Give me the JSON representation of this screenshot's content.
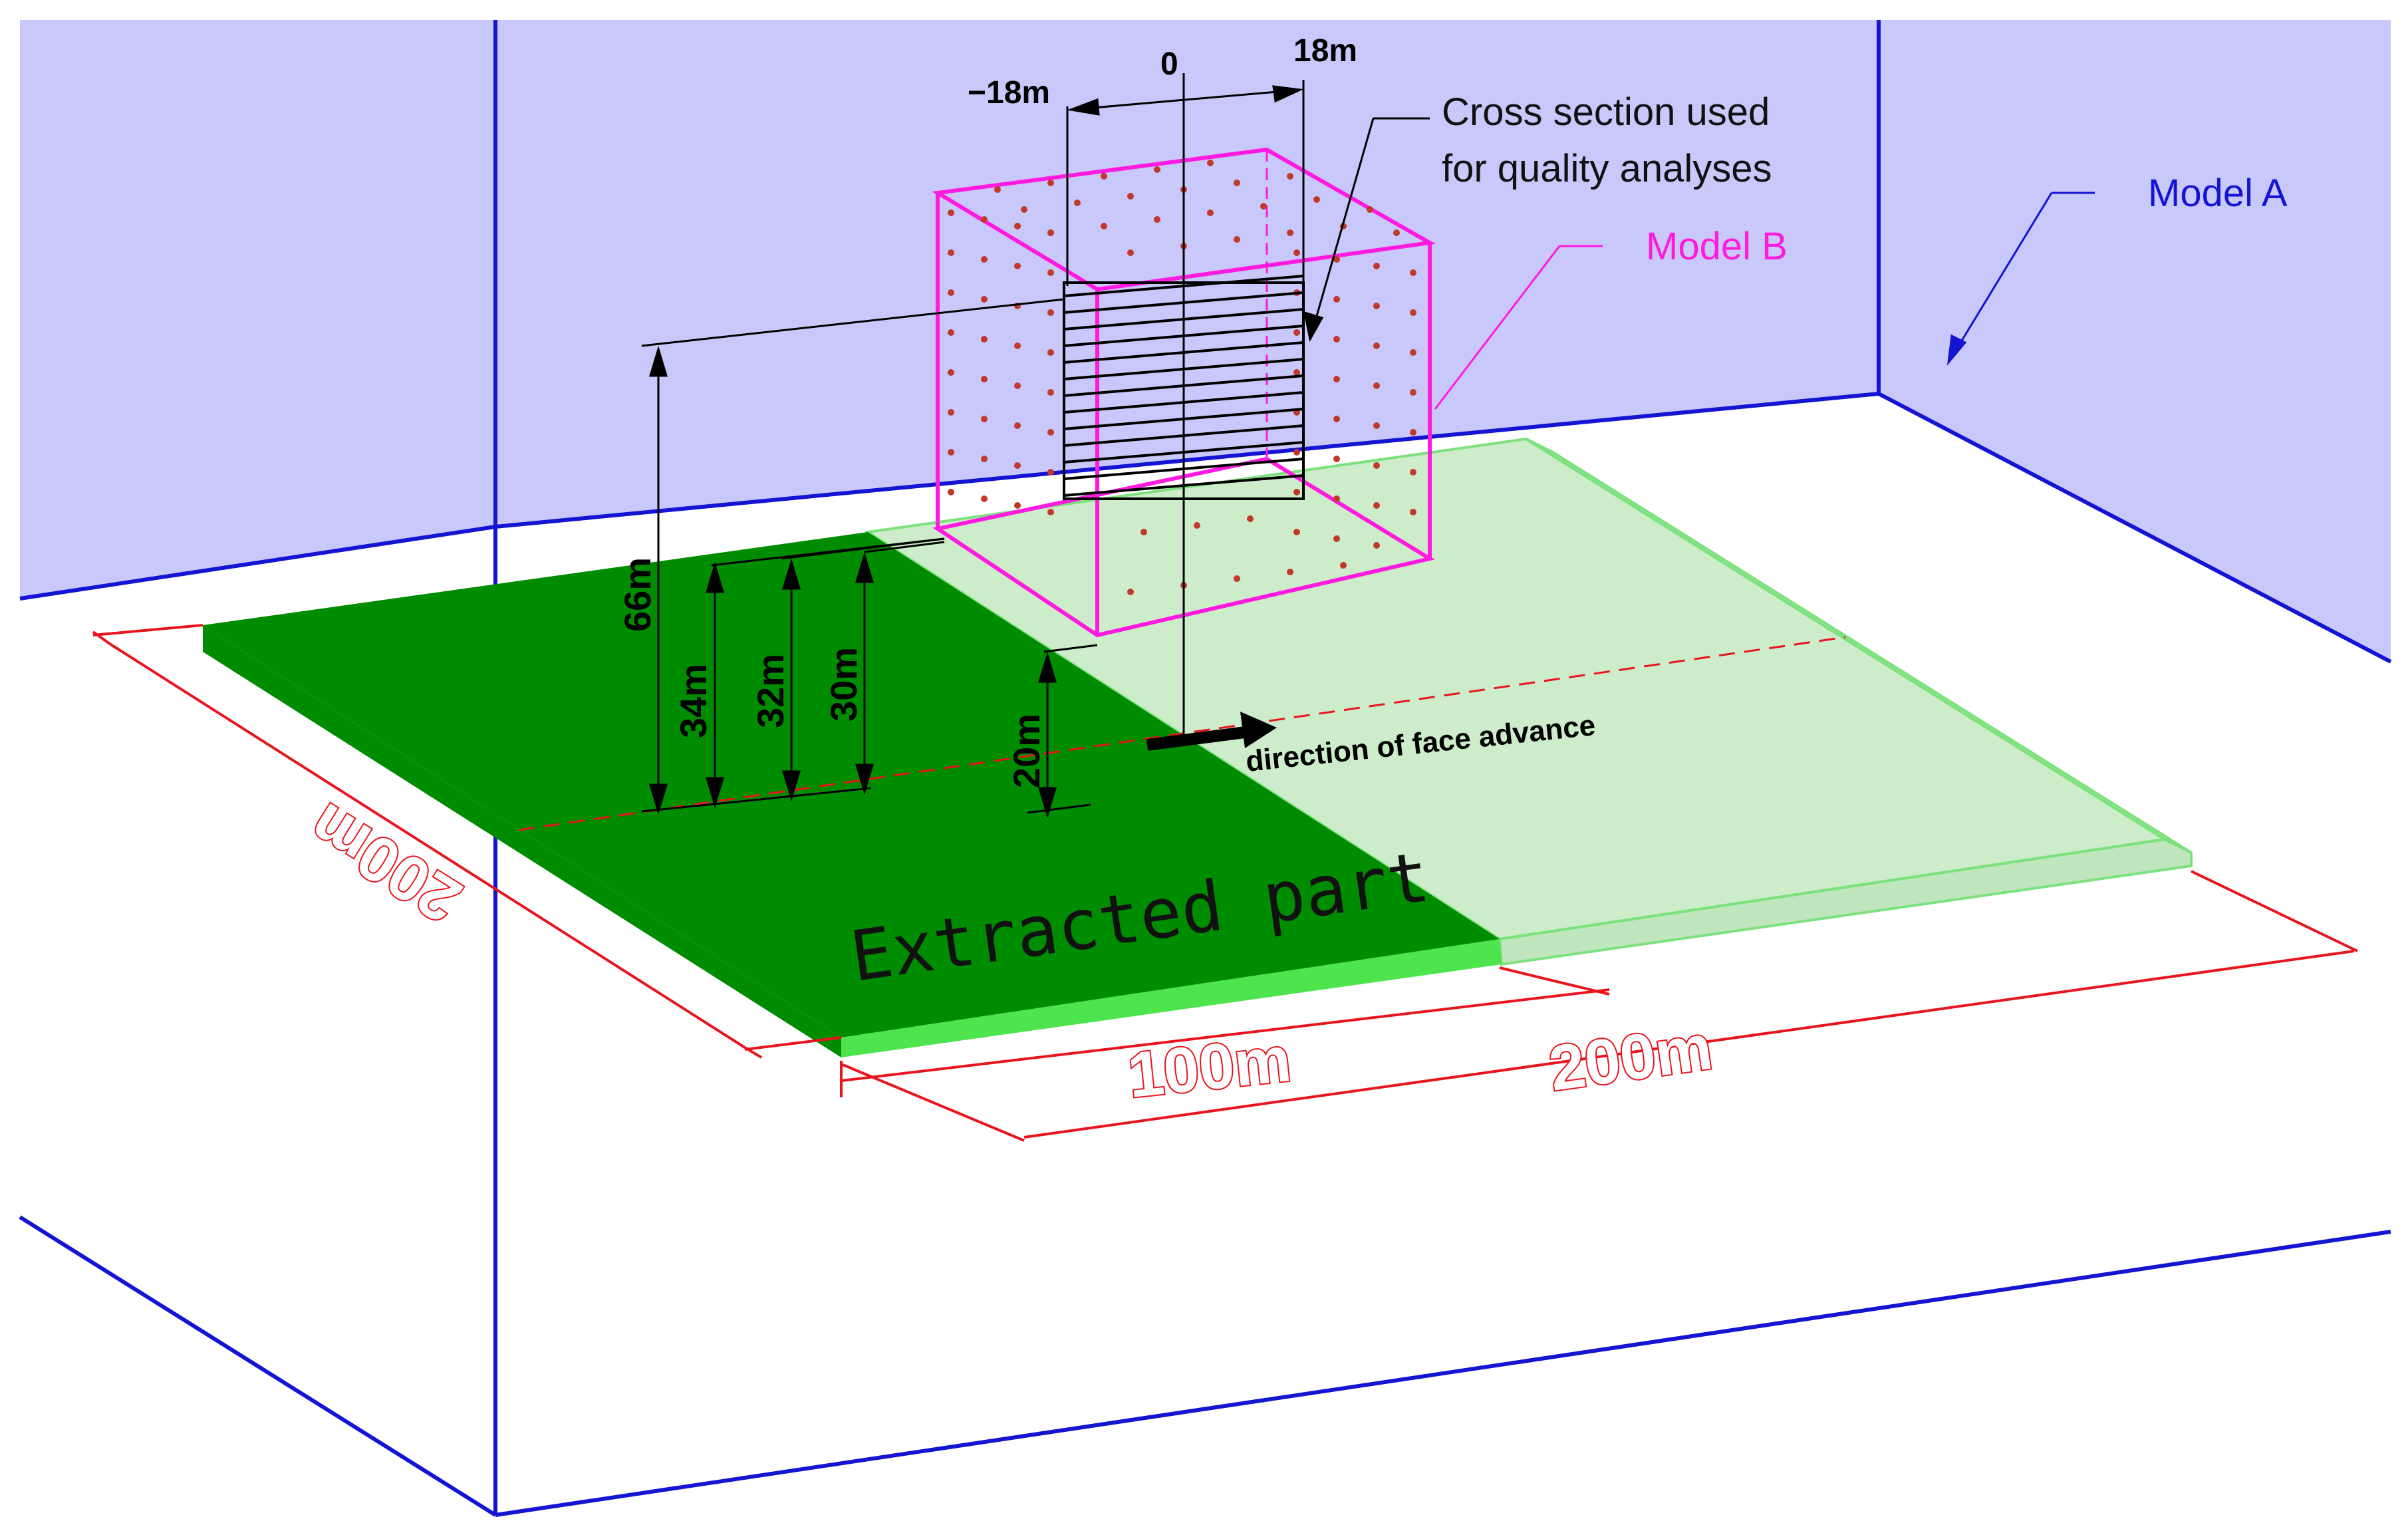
{
  "labels": {
    "model_a": "Model A",
    "model_b": "Model B",
    "cross_section_line1": "Cross section used",
    "cross_section_line2": "for quality analyses",
    "tick_neg18": "−18m",
    "tick_0": "0",
    "tick_18": "18m",
    "dim_66": "66m",
    "dim_34": "34m",
    "dim_32": "32m",
    "dim_30": "30m",
    "dim_20": "20m",
    "direction": "direction of face advance",
    "extracted": "Extracted part",
    "len_100": "100m",
    "len_200_front": "200m",
    "len_200_side": "200m"
  },
  "colors": {
    "model_a_wall": "#c8c8fa",
    "model_a_edge": "#1414d2",
    "model_b_edge": "#ff1ae0",
    "extracted_fill": "#008c00",
    "extracted_edge": "#4ee44e",
    "unextracted_fill": "#ccecca",
    "unextracted_edge": "#7de27d",
    "dimension_red": "#e8141e",
    "grid_dot": "#c0392b"
  }
}
